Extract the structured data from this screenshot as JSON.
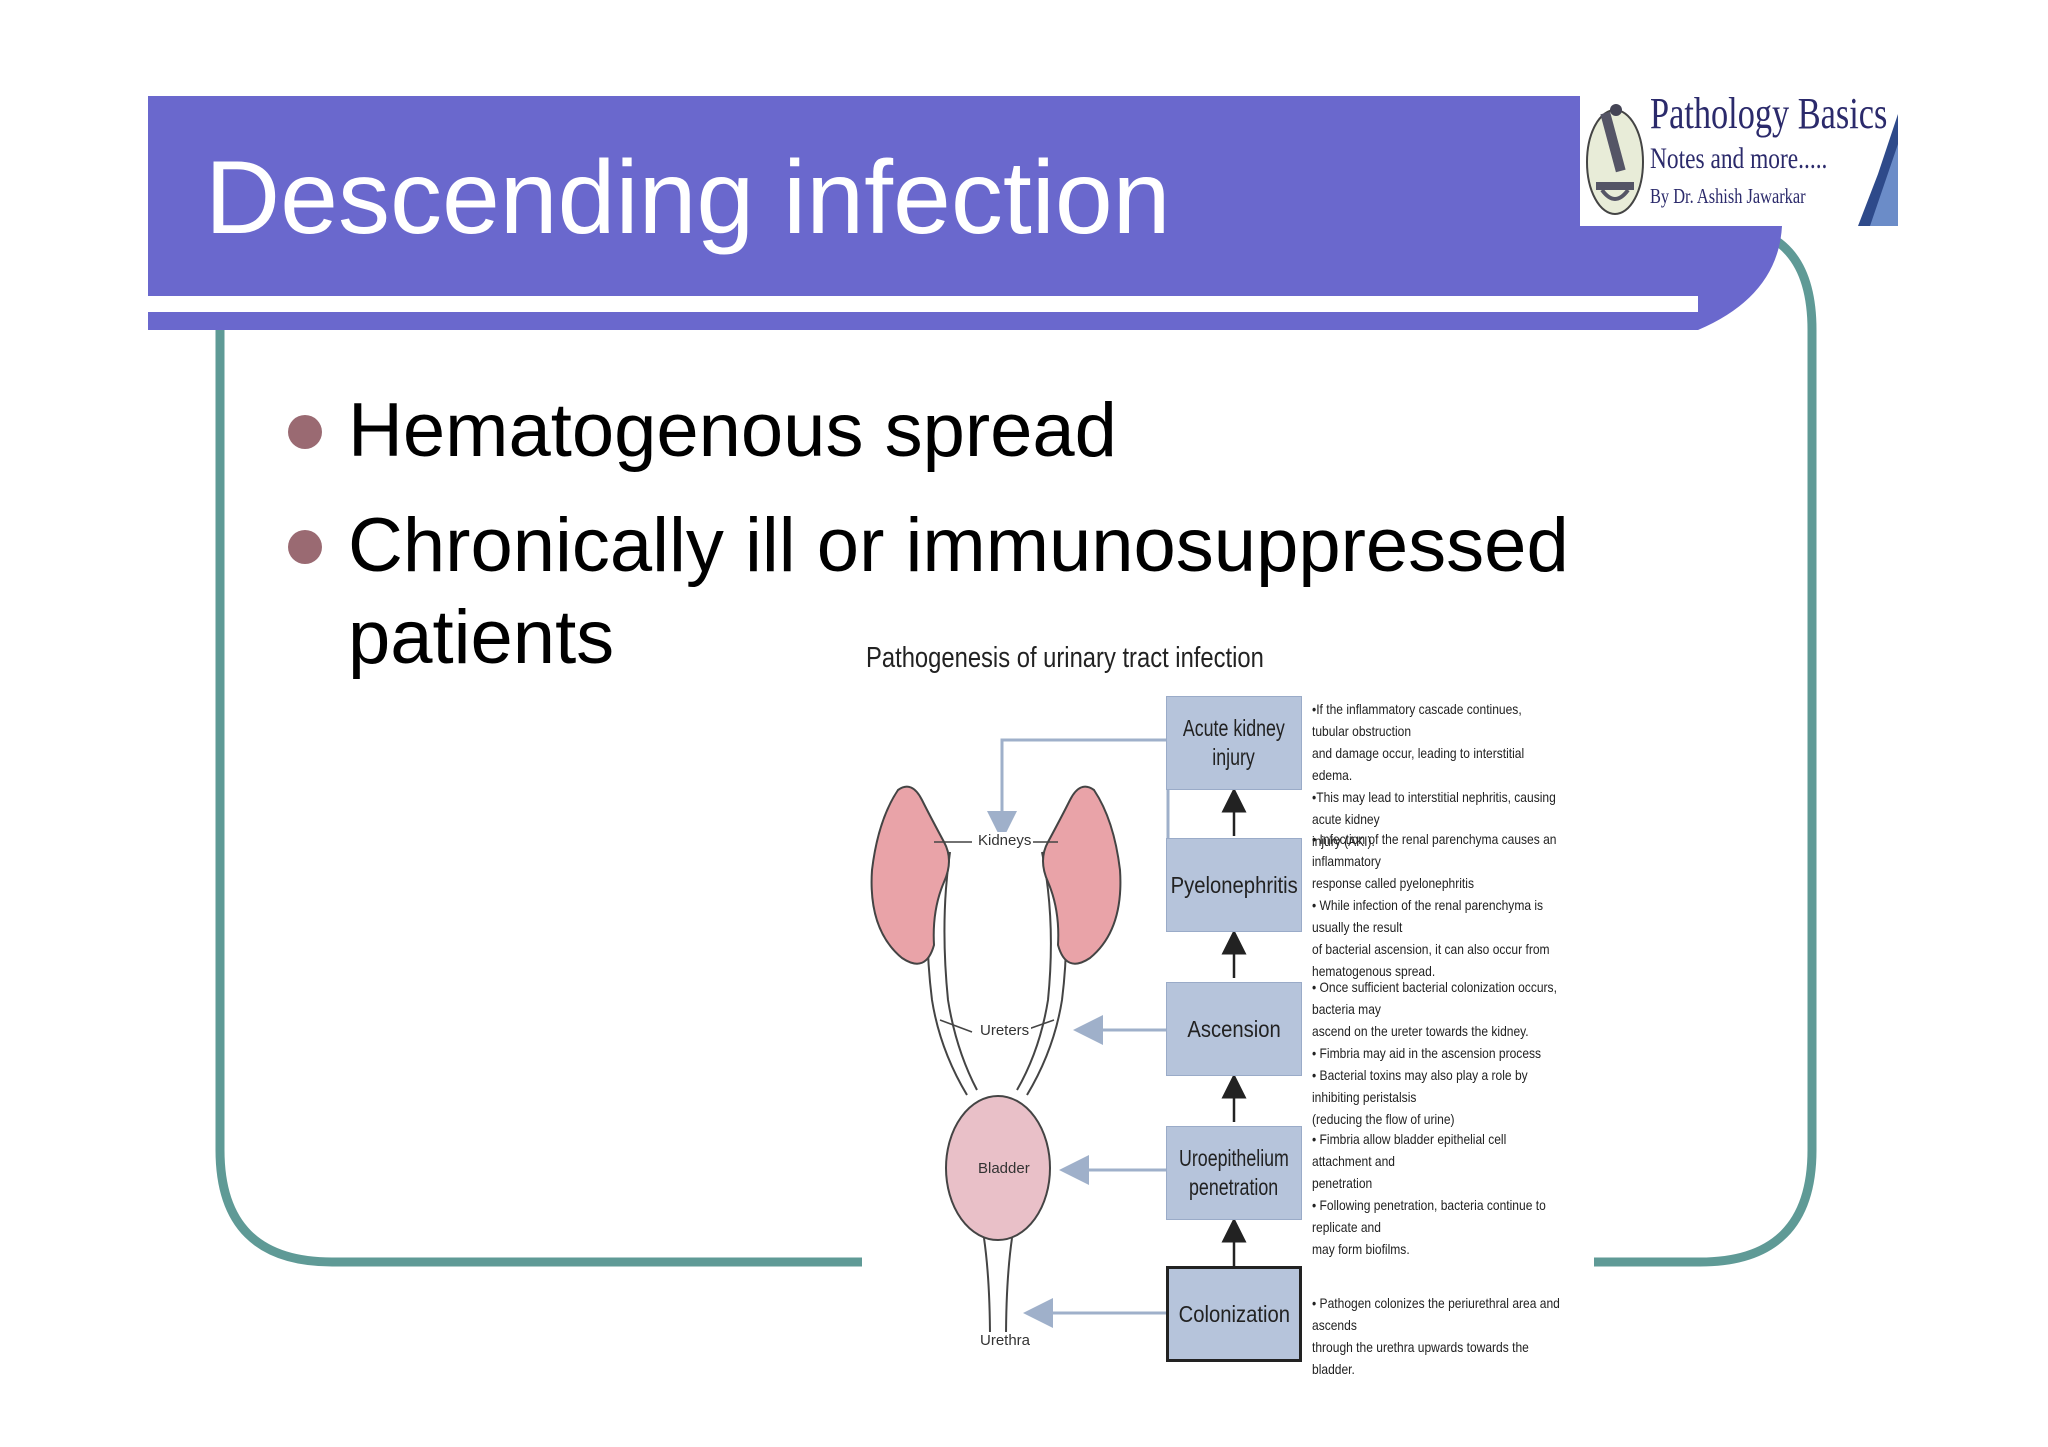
{
  "slide": {
    "title": "Descending infection",
    "bullets": [
      {
        "text": "Hematogenous spread"
      },
      {
        "text": "Chronically ill or immunosuppressed",
        "continuation": "patients"
      }
    ],
    "colors": {
      "title_band": "#6a68cd",
      "frame": "#5f9a96",
      "bullet": "#9a6a72"
    }
  },
  "logo": {
    "title": "Pathology Basics",
    "subtitle": "Notes and more.....",
    "author": "By Dr. Ashish Jawarkar",
    "icon": "microscope-icon"
  },
  "figure": {
    "title": "Pathogenesis of urinary tract infection",
    "organ_labels": {
      "kidneys": "Kidneys",
      "ureters": "Ureters",
      "bladder": "Bladder",
      "urethra": "Urethra"
    },
    "stages": [
      {
        "label_lines": [
          "Acute kidney",
          "injury"
        ],
        "notes": [
          "•If the inflammatory cascade continues, tubular obstruction",
          "and damage occur, leading to interstitial edema.",
          "•This may lead to interstitial nephritis, causing acute kidney",
          "injury (AKI)."
        ]
      },
      {
        "label_lines": [
          "Pyelonephritis"
        ],
        "notes": [
          "• Infection of the renal parenchyma causes an inflammatory",
          "response called pyelonephritis",
          "• While infection of the renal parenchyma is usually the result",
          "of bacterial ascension, it can also occur from",
          "hematogenous spread."
        ]
      },
      {
        "label_lines": [
          "Ascension"
        ],
        "notes": [
          "• Once sufficient bacterial colonization occurs, bacteria may",
          "ascend on the ureter towards the kidney.",
          "• Fimbria may aid in the ascension process",
          "• Bacterial toxins may also play a role by inhibiting peristalsis",
          "(reducing the flow of urine)"
        ]
      },
      {
        "label_lines": [
          "Uroepithelium",
          "penetration"
        ],
        "notes": [
          "• Fimbria allow bladder epithelial cell attachment and",
          "penetration",
          "• Following penetration, bacteria continue to replicate and",
          "may form biofilms."
        ]
      },
      {
        "label_lines": [
          "Colonization"
        ],
        "notes": [
          "• Pathogen colonizes the periurethral area and ascends",
          "through the urethra upwards towards the bladder."
        ]
      }
    ],
    "colors": {
      "stage_box": "#b6c4db",
      "kidney": "#e9a3a8",
      "bladder": "#e9c0c8",
      "arrow_light": "#9fb0ca"
    }
  }
}
